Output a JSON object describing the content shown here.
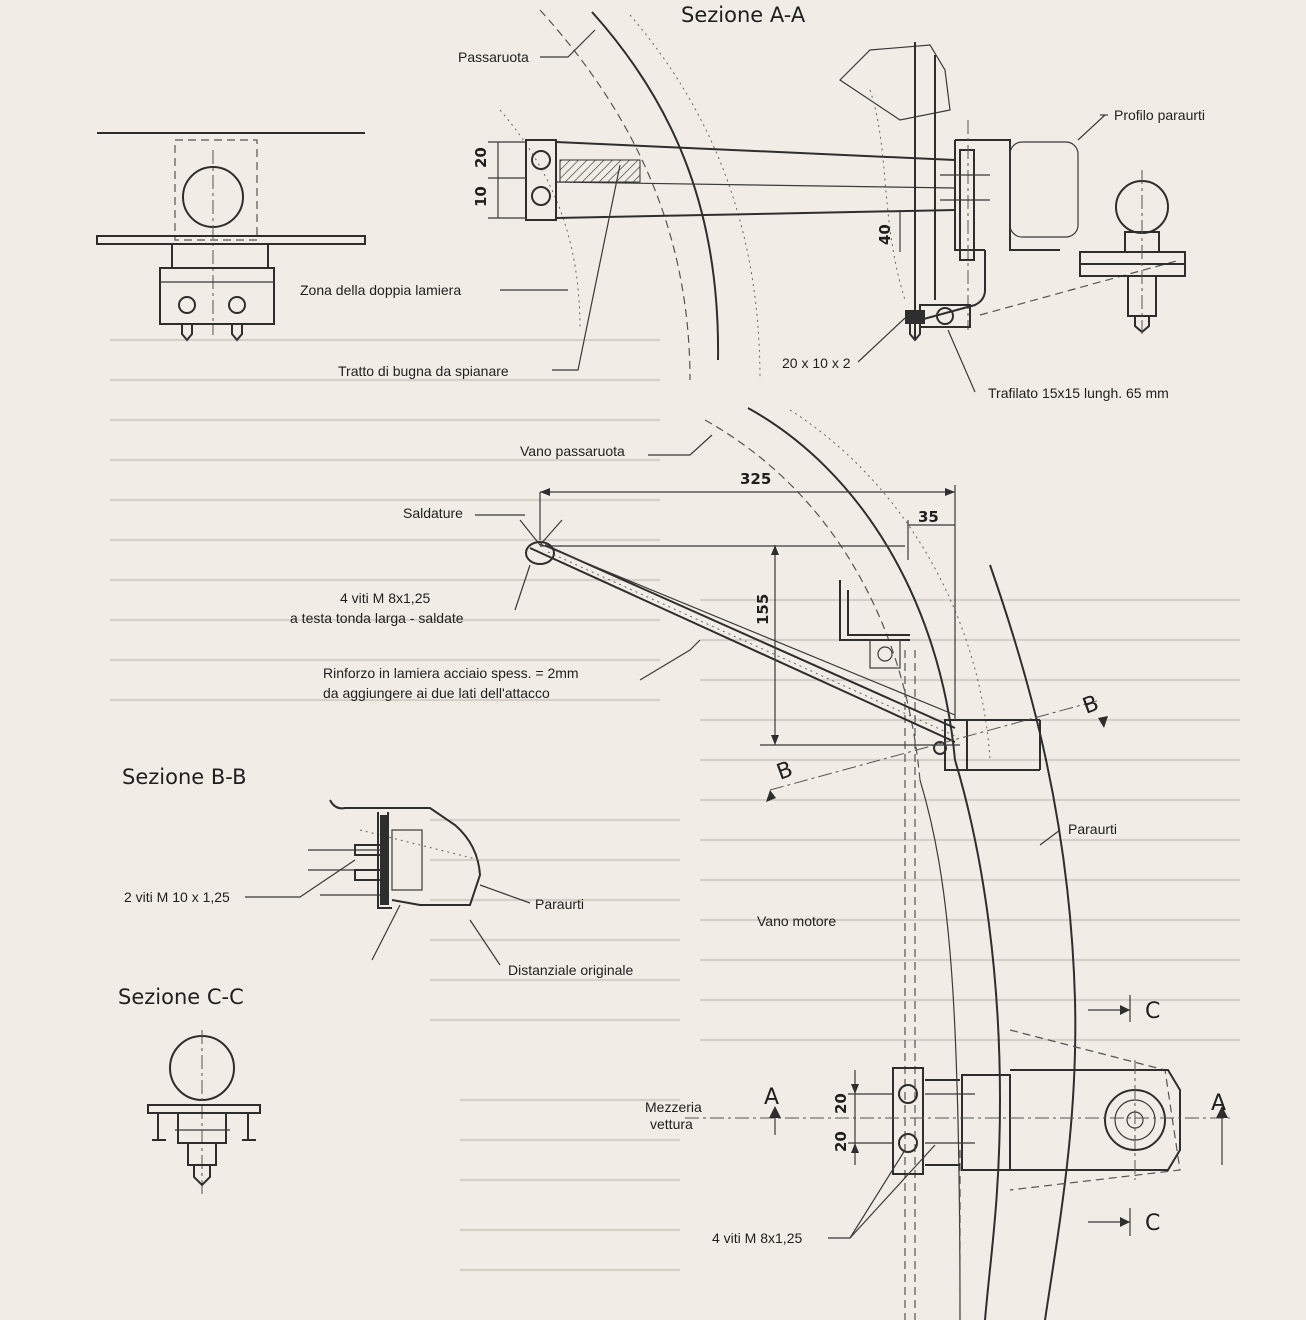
{
  "headings": {
    "section_aa": "Sezione A-A",
    "section_bb": "Sezione B-B",
    "section_cc": "Sezione C-C"
  },
  "labels": {
    "passaruota": "Passaruota",
    "profilo_paraurti": "Profilo paraurti",
    "zona_doppia_lamiera": "Zona della doppia lamiera",
    "tratto_bugna": "Tratto di bugna da spianare",
    "piatto": "20 x 10 x 2",
    "trafilato": "Trafilato 15x15 lungh. 65 mm",
    "vano_passaruota": "Vano passaruota",
    "saldature": "Saldature",
    "viti_m8_line1": "4 viti M 8x1,25",
    "viti_m8_line2": "a testa tonda larga - saldate",
    "rinforzo_line1": "Rinforzo in lamiera acciaio spess. = 2mm",
    "rinforzo_line2": "da aggiungere ai due lati dell'attacco",
    "paraurti_plan": "Paraurti",
    "viti_m10": "2 viti M 10 x 1,25",
    "paraurti_bb": "Paraurti",
    "distanziale": "Distanziale originale",
    "vano_motore": "Vano motore",
    "mezzeria_line1": "Mezzeria",
    "mezzeria_line2": "vettura",
    "viti_m8_bottom": "4 viti M 8x1,25"
  },
  "dimensions": {
    "d20_top": "20",
    "d10": "10",
    "d40": "40",
    "d325": "325",
    "d35": "35",
    "d155": "155",
    "d20_a": "20",
    "d20_b": "20"
  },
  "section_marks": {
    "b_right": "B",
    "b_left": "B",
    "c_top": "C",
    "c_bottom": "C",
    "a_left": "A",
    "a_right": "A"
  }
}
